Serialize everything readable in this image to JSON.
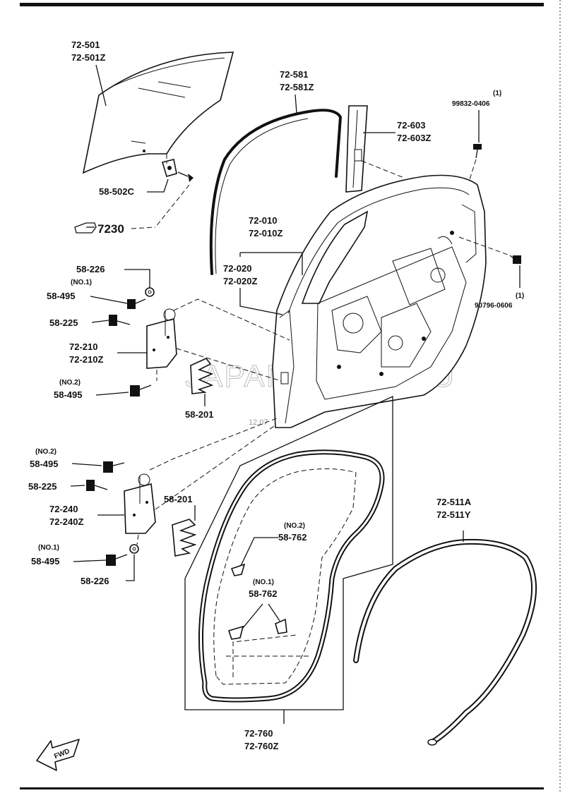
{
  "watermark": "JAPANPARTS.RU",
  "stamp": "12.07",
  "fwd_label": "FWD",
  "ref_page": "7230",
  "labels": {
    "glass_a": "72-501",
    "glass_b": "72-501Z",
    "channel_a": "72-581",
    "channel_b": "72-581Z",
    "sash_a": "72-603",
    "sash_b": "72-603Z",
    "bolt_top_qty": "(1)",
    "bolt_top": "99832-0406",
    "clip_glass": "58-502C",
    "door_a": "72-010",
    "door_b": "72-010Z",
    "panel_a": "72-020",
    "panel_b": "72-020Z",
    "bolt_right_qty": "(1)",
    "bolt_right": "90796-0606",
    "washer_upper": "58-226",
    "bolt_no1_upper_tag": "(NO.1)",
    "bolt_no1_upper": "58-495",
    "bolt_225_upper": "58-225",
    "hinge_up_a": "72-210",
    "hinge_up_b": "72-210Z",
    "bolt_no2_upper_tag": "(NO.2)",
    "bolt_no2_upper": "58-495",
    "shim_upper": "58-201",
    "bolt_no2_lower_tag": "(NO.2)",
    "bolt_no2_lower": "58-495",
    "bolt_225_lower": "58-225",
    "hinge_lo_a": "72-240",
    "hinge_lo_b": "72-240Z",
    "shim_lower": "58-201",
    "bolt_no1_lower_tag": "(NO.1)",
    "bolt_no1_lower": "58-495",
    "washer_lower": "58-226",
    "clip_no2_tag": "(NO.2)",
    "clip_no2": "58-762",
    "clip_no1_tag": "(NO.1)",
    "clip_no1": "58-762",
    "strip_a": "72-511A",
    "strip_b": "72-511Y",
    "weather_a": "72-760",
    "weather_b": "72-760Z"
  }
}
